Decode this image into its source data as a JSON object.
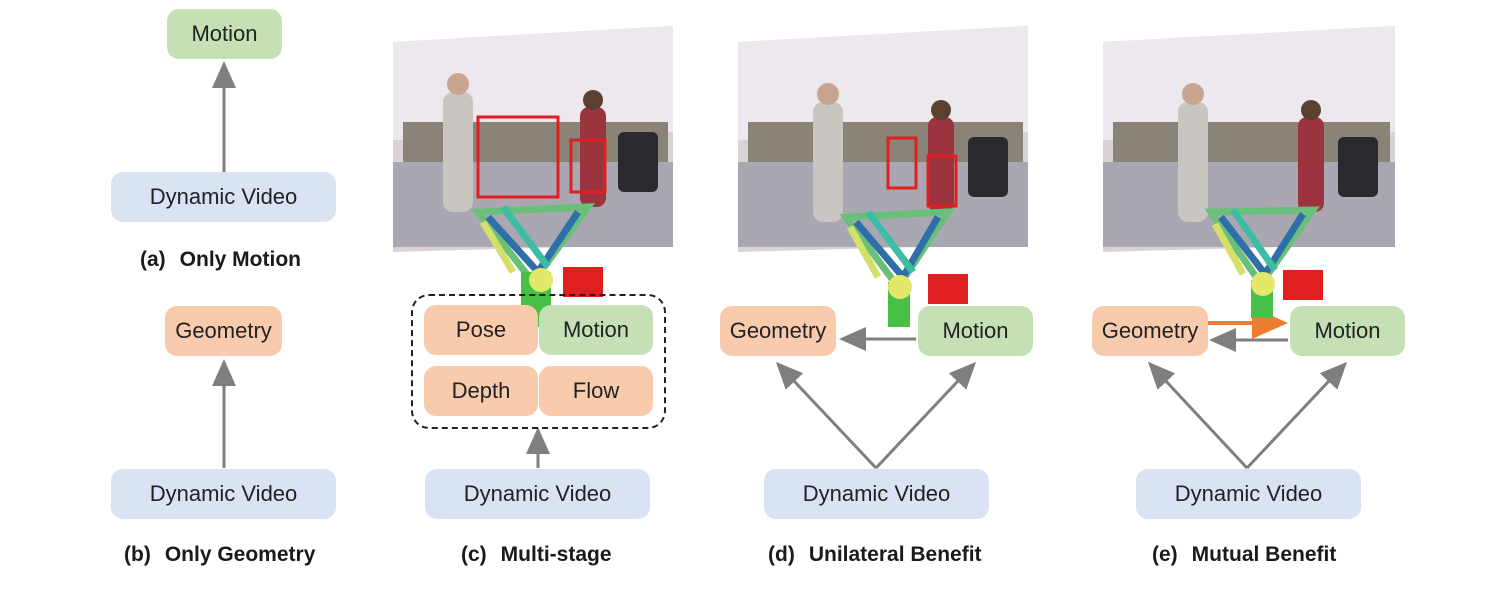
{
  "panels": {
    "a": {
      "caption_label": "(a)",
      "caption_text": "Only Motion",
      "top_box": "Motion",
      "bottom_box": "Dynamic Video"
    },
    "b": {
      "caption_label": "(b)",
      "caption_text": "Only Geometry",
      "top_box": "Geometry",
      "bottom_box": "Dynamic Video"
    },
    "c": {
      "caption_label": "(c)",
      "caption_text": "Multi-stage",
      "boxes": [
        "Pose",
        "Motion",
        "Depth",
        "Flow"
      ],
      "bottom_box": "Dynamic Video"
    },
    "d": {
      "caption_label": "(d)",
      "caption_text": "Unilateral Benefit",
      "left_box": "Geometry",
      "right_box": "Motion",
      "bottom_box": "Dynamic Video"
    },
    "e": {
      "caption_label": "(e)",
      "caption_text": "Mutual Benefit",
      "left_box": "Geometry",
      "right_box": "Motion",
      "bottom_box": "Dynamic Video"
    }
  },
  "colors": {
    "video": "#dae3f3",
    "motion": "#c5e0b4",
    "geometry": "#f8cbad",
    "arrow_gray": "#7f7f7f",
    "arrow_orange": "#ed7d31",
    "highlight_red": "#e02020"
  }
}
